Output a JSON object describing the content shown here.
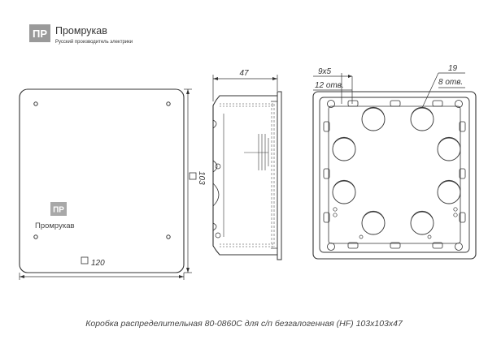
{
  "brand": {
    "logo_mark": "ПР",
    "name": "Промрукав",
    "tagline": "Русский производитель электрики"
  },
  "cover": {
    "logo_mark": "ПР",
    "logo_name": "Промрукав"
  },
  "dimensions": {
    "width": "120",
    "height": "103",
    "depth": "47",
    "slot_size": "9х5",
    "slot_count": "12 отв.",
    "hole_diameter": "19",
    "hole_count": "8 отв."
  },
  "caption": "Коробка распределительная 80-0860С для с/п безгалогенная (HF) 103х103х47",
  "icons": {
    "logo": "promrukav-logo-icon",
    "square": "square-dimension-icon"
  }
}
